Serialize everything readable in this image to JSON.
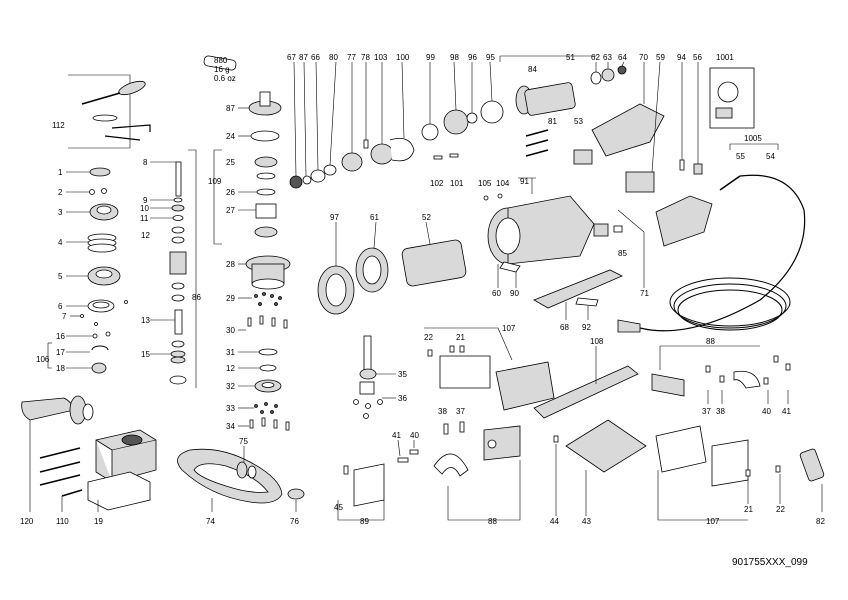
{
  "drawing_id": "901755XXX_099",
  "spec": {
    "part": "880",
    "weight_g": "16 g",
    "weight_oz": "0.6 oz"
  },
  "callouts": [
    {
      "id": "c1",
      "t": "1"
    },
    {
      "id": "c2",
      "t": "2"
    },
    {
      "id": "c3",
      "t": "3"
    },
    {
      "id": "c4",
      "t": "4"
    },
    {
      "id": "c5",
      "t": "5"
    },
    {
      "id": "c6",
      "t": "6"
    },
    {
      "id": "c7",
      "t": "7"
    },
    {
      "id": "c8",
      "t": "8"
    },
    {
      "id": "c9",
      "t": "9"
    },
    {
      "id": "c10",
      "t": "10"
    },
    {
      "id": "c11",
      "t": "11"
    },
    {
      "id": "c12",
      "t": "12"
    },
    {
      "id": "c13",
      "t": "13"
    },
    {
      "id": "c15",
      "t": "15"
    },
    {
      "id": "c16",
      "t": "16"
    },
    {
      "id": "c17",
      "t": "17"
    },
    {
      "id": "c18",
      "t": "18"
    },
    {
      "id": "c106",
      "t": "106"
    },
    {
      "id": "c112",
      "t": "112"
    },
    {
      "id": "c19",
      "t": "19"
    },
    {
      "id": "c110",
      "t": "110"
    },
    {
      "id": "c120",
      "t": "120"
    },
    {
      "id": "c87a",
      "t": "87"
    },
    {
      "id": "c24",
      "t": "24"
    },
    {
      "id": "c109",
      "t": "109"
    },
    {
      "id": "c25",
      "t": "25"
    },
    {
      "id": "c26",
      "t": "26"
    },
    {
      "id": "c27",
      "t": "27"
    },
    {
      "id": "c28",
      "t": "28"
    },
    {
      "id": "c29",
      "t": "29"
    },
    {
      "id": "c30",
      "t": "30"
    },
    {
      "id": "c31",
      "t": "31"
    },
    {
      "id": "c12b",
      "t": "12"
    },
    {
      "id": "c32",
      "t": "32"
    },
    {
      "id": "c33",
      "t": "33"
    },
    {
      "id": "c34",
      "t": "34"
    },
    {
      "id": "c86",
      "t": "86"
    },
    {
      "id": "c75",
      "t": "75"
    },
    {
      "id": "c74",
      "t": "74"
    },
    {
      "id": "c76",
      "t": "76"
    },
    {
      "id": "c67",
      "t": "67"
    },
    {
      "id": "c87b",
      "t": "87"
    },
    {
      "id": "c66",
      "t": "66"
    },
    {
      "id": "c80",
      "t": "80"
    },
    {
      "id": "c77",
      "t": "77"
    },
    {
      "id": "c78",
      "t": "78"
    },
    {
      "id": "c103",
      "t": "103"
    },
    {
      "id": "c100",
      "t": "100"
    },
    {
      "id": "c99",
      "t": "99"
    },
    {
      "id": "c98",
      "t": "98"
    },
    {
      "id": "c96",
      "t": "96"
    },
    {
      "id": "c95",
      "t": "95"
    },
    {
      "id": "c51",
      "t": "51"
    },
    {
      "id": "c84",
      "t": "84"
    },
    {
      "id": "c62",
      "t": "62"
    },
    {
      "id": "c63",
      "t": "63"
    },
    {
      "id": "c64",
      "t": "64"
    },
    {
      "id": "c70",
      "t": "70"
    },
    {
      "id": "c59",
      "t": "59"
    },
    {
      "id": "c94",
      "t": "94"
    },
    {
      "id": "c56",
      "t": "56"
    },
    {
      "id": "c1001",
      "t": "1001"
    },
    {
      "id": "c81",
      "t": "81"
    },
    {
      "id": "c53",
      "t": "53"
    },
    {
      "id": "c102",
      "t": "102"
    },
    {
      "id": "c101",
      "t": "101"
    },
    {
      "id": "c105",
      "t": "105"
    },
    {
      "id": "c104",
      "t": "104"
    },
    {
      "id": "c91",
      "t": "91"
    },
    {
      "id": "c1005",
      "t": "1005"
    },
    {
      "id": "c55",
      "t": "55"
    },
    {
      "id": "c54",
      "t": "54"
    },
    {
      "id": "c97",
      "t": "97"
    },
    {
      "id": "c61",
      "t": "61"
    },
    {
      "id": "c52",
      "t": "52"
    },
    {
      "id": "c85",
      "t": "85"
    },
    {
      "id": "c60",
      "t": "60"
    },
    {
      "id": "c90",
      "t": "90"
    },
    {
      "id": "c71",
      "t": "71"
    },
    {
      "id": "c68",
      "t": "68"
    },
    {
      "id": "c92",
      "t": "92"
    },
    {
      "id": "c22a",
      "t": "22"
    },
    {
      "id": "c21a",
      "t": "21"
    },
    {
      "id": "c107a",
      "t": "107"
    },
    {
      "id": "c35",
      "t": "35"
    },
    {
      "id": "c36",
      "t": "36"
    },
    {
      "id": "c108",
      "t": "108"
    },
    {
      "id": "c88a",
      "t": "88"
    },
    {
      "id": "c37a",
      "t": "37"
    },
    {
      "id": "c38a",
      "t": "38"
    },
    {
      "id": "c40a",
      "t": "40"
    },
    {
      "id": "c41a",
      "t": "41"
    },
    {
      "id": "c38b",
      "t": "38"
    },
    {
      "id": "c37b",
      "t": "37"
    },
    {
      "id": "c41b",
      "t": "41"
    },
    {
      "id": "c40b",
      "t": "40"
    },
    {
      "id": "c45",
      "t": "45"
    },
    {
      "id": "c89",
      "t": "89"
    },
    {
      "id": "c88b",
      "t": "88"
    },
    {
      "id": "c44",
      "t": "44"
    },
    {
      "id": "c43",
      "t": "43"
    },
    {
      "id": "c107b",
      "t": "107"
    },
    {
      "id": "c21b",
      "t": "21"
    },
    {
      "id": "c22b",
      "t": "22"
    },
    {
      "id": "c82",
      "t": "82"
    }
  ]
}
